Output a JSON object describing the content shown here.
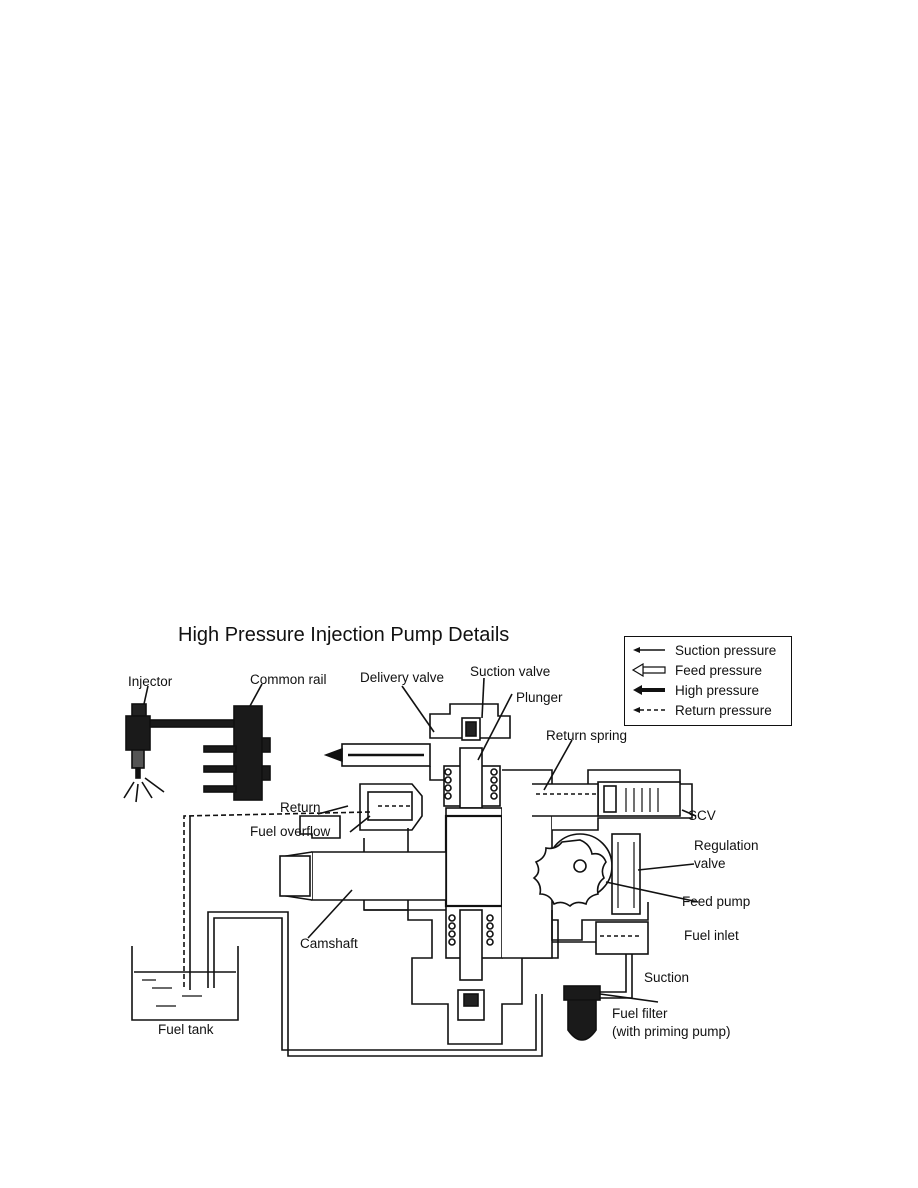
{
  "title": "High Pressure Injection Pump Details",
  "legend": [
    {
      "label": "Suction pressure",
      "symbol": "suction-arrow"
    },
    {
      "label": "Feed pressure",
      "symbol": "feed-arrow"
    },
    {
      "label": "High pressure",
      "symbol": "high-arrow"
    },
    {
      "label": "Return pressure",
      "symbol": "return-arrow"
    }
  ],
  "labels": {
    "injector": "Injector",
    "common_rail": "Common rail",
    "delivery_valve": "Delivery valve",
    "suction_valve": "Suction valve",
    "plunger": "Plunger",
    "return_spring": "Return spring",
    "return": "Return",
    "fuel_overflow": "Fuel overflow",
    "scv": "SCV",
    "regulation_valve_1": "Regulation",
    "regulation_valve_2": "valve",
    "feed_pump": "Feed pump",
    "camshaft": "Camshaft",
    "fuel_inlet": "Fuel inlet",
    "suction": "Suction",
    "fuel_tank": "Fuel tank",
    "fuel_filter_1": "Fuel filter",
    "fuel_filter_2": "(with priming pump)"
  },
  "colors": {
    "ink": "#111111",
    "fill_dark": "#1a1a1a",
    "paper": "#ffffff"
  }
}
